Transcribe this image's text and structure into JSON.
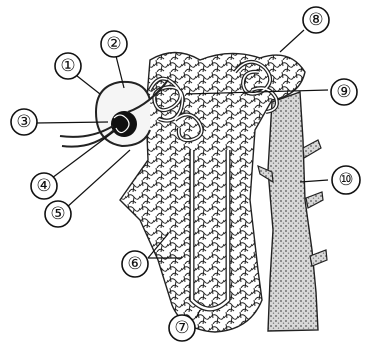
{
  "labels": [
    {
      "id": "1",
      "text": "①"
    },
    {
      "id": "2",
      "text": "②"
    },
    {
      "id": "3",
      "text": "③"
    },
    {
      "id": "4",
      "text": "④"
    },
    {
      "id": "5",
      "text": "⑤"
    },
    {
      "id": "6",
      "text": "⑥"
    },
    {
      "id": "7",
      "text": "⑦"
    },
    {
      "id": "8",
      "text": "⑧"
    },
    {
      "id": "9",
      "text": "⑨"
    },
    {
      "id": "10",
      "text": "⑩"
    }
  ]
}
